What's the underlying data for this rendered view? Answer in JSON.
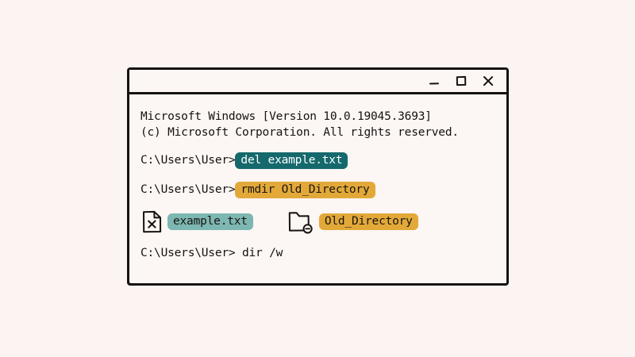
{
  "window": {
    "name": "command-prompt-window",
    "controls": [
      {
        "name": "minimize-icon",
        "label": "Minimize",
        "glyph": "_"
      },
      {
        "name": "maximize-icon",
        "label": "Maximize",
        "glyph": "□"
      },
      {
        "name": "close-icon",
        "label": "Close",
        "glyph": "×"
      }
    ]
  },
  "console": {
    "banner": [
      "Microsoft Windows [Version 10.0.19045.3693]",
      "(c) Microsoft Corporation. All rights reserved."
    ],
    "prompt": "C:\\Users\\User>",
    "prompt_with_space": "C:\\Users\\User> ",
    "commands": [
      {
        "name": "delete-file-command",
        "prompt": "C:\\Users\\User>",
        "text": "del example.txt",
        "highlight": "teal-dark"
      },
      {
        "name": "remove-directory-command",
        "prompt": "C:\\Users\\User>",
        "text": "rmdir Old_Directory",
        "highlight": "amber"
      },
      {
        "name": "list-directory-command",
        "prompt": "C:\\Users\\User> ",
        "text": "dir /w",
        "highlight": "none"
      }
    ],
    "targets": [
      {
        "name": "deleted-file-target",
        "icon": "file-delete-icon",
        "label": "example.txt",
        "highlight": "teal-soft"
      },
      {
        "name": "removed-folder-target",
        "icon": "folder-remove-icon",
        "label": "Old_Directory",
        "highlight": "amber"
      }
    ]
  },
  "colors": {
    "page_background": "#fbf4f2",
    "window_background": "#fcf6f4",
    "ink": "#16120f",
    "highlight_teal_dark": "#15696c",
    "highlight_teal_soft": "#7cb7b1",
    "highlight_amber": "#e2a939"
  }
}
